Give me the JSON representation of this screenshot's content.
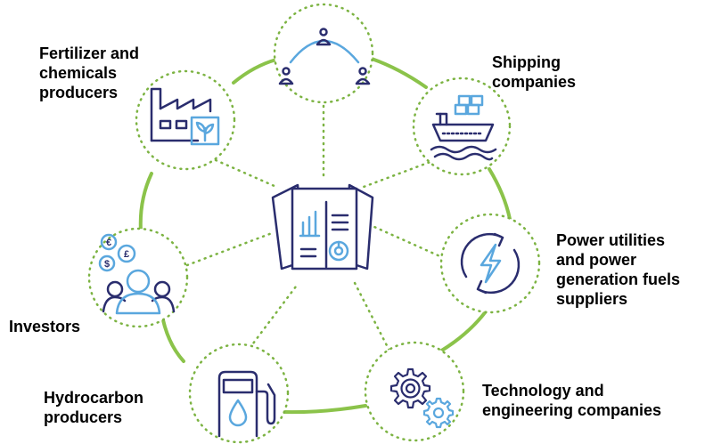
{
  "diagram": {
    "colors": {
      "ring": "#8bc34a",
      "dotted": "#7cb342",
      "navy": "#2a2d6e",
      "blue": "#5aa7de",
      "green": "#8bc34a"
    },
    "nodes": [
      {
        "id": "top",
        "icon": "people-network-icon",
        "label_lines": []
      },
      {
        "id": "fertilizer",
        "icon": "factory-icon",
        "label_lines": [
          "Fertilizer and",
          "chemicals",
          "producers"
        ]
      },
      {
        "id": "shipping",
        "icon": "cargo-ship-icon",
        "label_lines": [
          "Shipping",
          "companies"
        ]
      },
      {
        "id": "power",
        "icon": "lightning-cycle-icon",
        "label_lines": [
          "Power utilities",
          "and power",
          "generation fuels",
          "suppliers"
        ]
      },
      {
        "id": "technology",
        "icon": "gears-icon",
        "label_lines": [
          "Technology and",
          "engineering companies"
        ]
      },
      {
        "id": "hydrocarbon",
        "icon": "fuel-pump-icon",
        "label_lines": [
          "Hydrocarbon",
          "producers"
        ]
      },
      {
        "id": "investors",
        "icon": "investors-currency-icon",
        "label_lines": [
          "Investors"
        ]
      }
    ],
    "center": {
      "icon": "report-documents-icon"
    }
  }
}
